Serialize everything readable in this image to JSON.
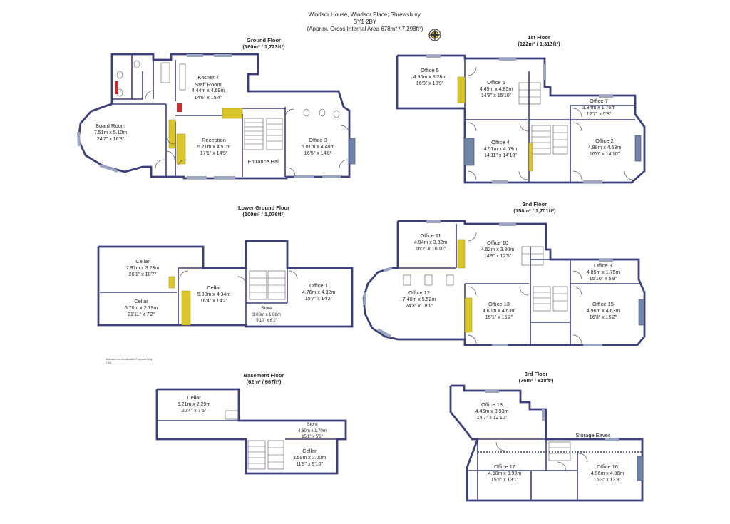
{
  "header": {
    "line1": "Windsor House, Windsor Place, Shrewsbury,",
    "line2": "SY1 2BY",
    "line3": "(Approx. Gross Internal Area 678m² / 7,298ft²)"
  },
  "compass_icon": "compass-rose-icon",
  "floors": {
    "ground": {
      "title": "Ground Floor",
      "area": "(160m² / 1,723ft²)",
      "rooms": [
        {
          "name": "Kitchen /",
          "name2": "Staff Room",
          "dims": "4.44m x 4.69m",
          "imperial": "14'6\" x 15'4\""
        },
        {
          "name": "Board Room",
          "dims": "7.51m x 5.10m",
          "imperial": "24'7\" x 16'8\""
        },
        {
          "name": "Reception",
          "dims": "5.21m x 4.51m",
          "imperial": "17'1\" x 14'9\""
        },
        {
          "name": "Office 3",
          "dims": "5.01m x 4.48m",
          "imperial": "16'5\" x 14'8\""
        },
        {
          "name": "Entrance Hall"
        }
      ]
    },
    "first": {
      "title": "1st Floor",
      "area": "(122m² / 1,313ft²)",
      "rooms": [
        {
          "name": "Office 5",
          "dims": "4.90m x 3.28m",
          "imperial": "16'0\" x 10'9\""
        },
        {
          "name": "Office 6",
          "dims": "4.49m x 4.85m",
          "imperial": "14'8\" x 15'10\""
        },
        {
          "name": "Office 7",
          "dims": "3.84m x 1.75m",
          "imperial": "12'7\" x 5'8\""
        },
        {
          "name": "Office 4",
          "dims": "4.57m x 4.53m",
          "imperial": "14'11\" x 14'10\""
        },
        {
          "name": "Office 2",
          "dims": "4.88m x 4.53m",
          "imperial": "16'0\" x 14'10\""
        }
      ]
    },
    "lower_ground": {
      "title": "Lower Ground Floor",
      "area": "(100m² / 1,076ft²)",
      "rooms": [
        {
          "name": "Cellar",
          "dims": "7.97m x 3.23m",
          "imperial": "26'1\" x 10'7\""
        },
        {
          "name": "Cellar",
          "dims": "6.70m x 2.19m",
          "imperial": "21'11\" x 7'2\""
        },
        {
          "name": "Cellar",
          "dims": "5.00m x 4.34m",
          "imperial": "16'4\" x 14'2\""
        },
        {
          "name": "Office 1",
          "dims": "4.76m x 4.32m",
          "imperial": "15'7\" x 14'2\""
        },
        {
          "name": "Store",
          "dims": "3.00m x 1.88m",
          "imperial": "9'10\" x 6'2\""
        }
      ]
    },
    "second": {
      "title": "2nd Floor",
      "area": "(158m² / 1,701ft²)",
      "rooms": [
        {
          "name": "Office 11",
          "dims": "4.94m x 3.32m",
          "imperial": "16'2\" x 10'10\""
        },
        {
          "name": "Office 10",
          "dims": "4.52m x 3.80m",
          "imperial": "14'9\" x 12'5\""
        },
        {
          "name": "Office 9",
          "dims": "4.85m x 1.75m",
          "imperial": "15'10\" x 5'8\""
        },
        {
          "name": "Office 12",
          "dims": "7.40m x 5.52m",
          "imperial": "24'3\" x 18'1\""
        },
        {
          "name": "Office 13",
          "dims": "4.60m x 4.63m",
          "imperial": "15'1\" x 15'2\""
        },
        {
          "name": "Office 15",
          "dims": "4.96m x 4.63m",
          "imperial": "16'3\" x 15'2\""
        }
      ]
    },
    "basement": {
      "title": "Basement Floor",
      "area": "(62m² / 667ft²)",
      "rooms": [
        {
          "name": "Cellar",
          "dims": "6.21m x 2.29m",
          "imperial": "20'4\" x 7'6\""
        },
        {
          "name": "Store",
          "dims": "4.60m x 1.70m",
          "imperial": "15'1\" x 5'6\""
        },
        {
          "name": "Cellar",
          "dims": "3.59m x 3.00m",
          "imperial": "11'9\" x 9'10\""
        }
      ]
    },
    "third": {
      "title": "3rd Floor",
      "area": "(76m² / 818ft²)",
      "rooms": [
        {
          "name": "Office 18",
          "dims": "4.46m x 3.93m",
          "imperial": "14'7\" x 12'10\""
        },
        {
          "name": "Storage Eaves"
        },
        {
          "name": "Office 17",
          "dims": "4.60m x 3.99m",
          "imperial": "15'1\" x 13'1\""
        },
        {
          "name": "Office 16",
          "dims": "4.96m x 4.06m",
          "imperial": "16'3\" x 13'3\""
        }
      ]
    }
  },
  "disclaimer": {
    "line1": "Illustration for Identification Purposes Only",
    "line2": "© 1st"
  },
  "colors": {
    "wall": "#3b3f7c",
    "window": "#9aa6c0",
    "chimney": "#d9c62a",
    "bay": "#7185a8"
  }
}
